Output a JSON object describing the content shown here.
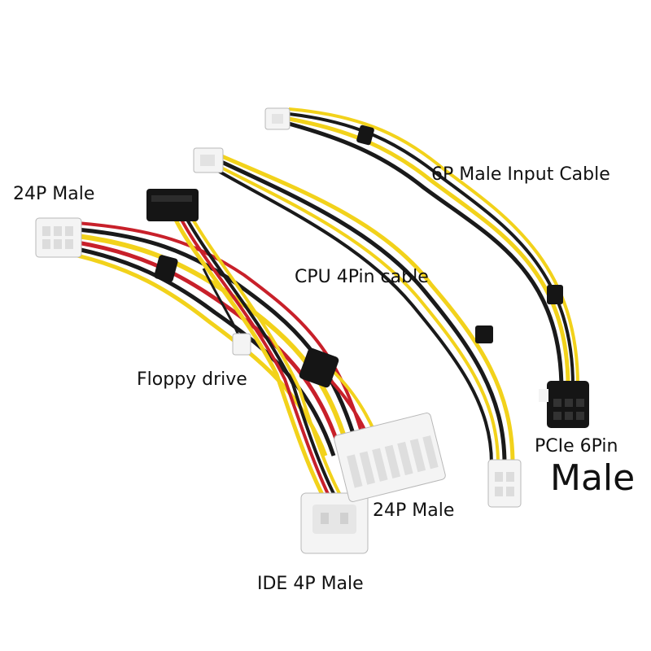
{
  "labels": {
    "main_24p": "24P Male",
    "six_pin_input": "6P Male Input Cable",
    "cpu_4pin": "CPU 4Pin cable",
    "floppy": "Floppy drive",
    "pcie_line1": "PCIe 6Pin",
    "pcie_line2": "Male",
    "second_24p": "24P Male",
    "ide_4p": "IDE 4P Male"
  },
  "colors": {
    "background": "#ffffff",
    "wire_yellow": "#f2d21b",
    "wire_black": "#1a1a1a",
    "wire_red": "#c8202a",
    "connector_white": "#f4f4f4",
    "connector_black": "#151515"
  }
}
